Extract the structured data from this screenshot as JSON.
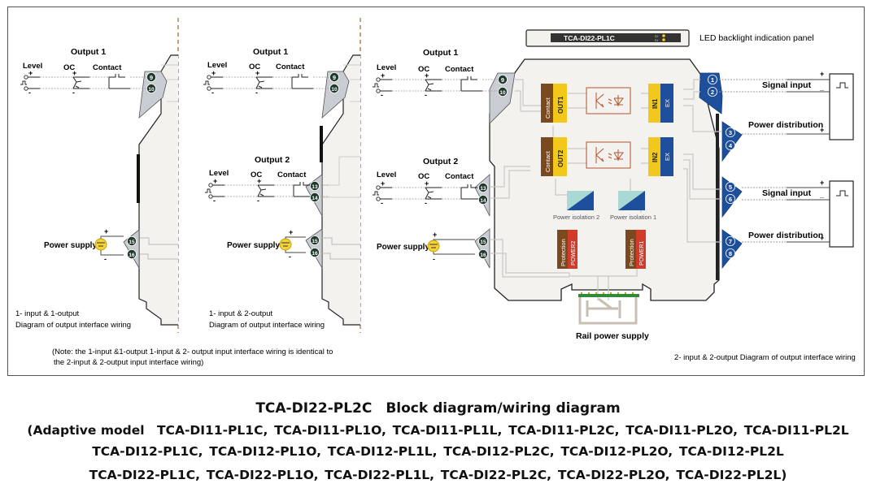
{
  "panel1": {
    "output1": {
      "title": "Output 1",
      "level": "Level",
      "oc": "OC",
      "contact": "Contact"
    },
    "terminals": [
      "9",
      "10",
      "15",
      "16"
    ],
    "power_supply": "Power supply",
    "caption_line1": "1- input & 1-output",
    "caption_line2": "Diagram of output interface wiring"
  },
  "panel2": {
    "output1": {
      "title": "Output 1",
      "level": "Level",
      "oc": "OC",
      "contact": "Contact"
    },
    "output2": {
      "title": "Output 2",
      "level": "Level",
      "oc": "OC",
      "contact": "Contact"
    },
    "terminals": [
      "9",
      "10",
      "13",
      "14",
      "15",
      "16"
    ],
    "power_supply": "Power supply",
    "caption_line1": "1- input & 2-output",
    "caption_line2": "Diagram of output interface wiring"
  },
  "note": {
    "line1": "(Note: the 1-input &1-output 1-input & 2- output input interface wiring is identical to",
    "line2": " the 2-input & 2-output input interface wiring)"
  },
  "panel3": {
    "led_panel_model": "TCA-DI22-PL1C",
    "led_labels": [
      "S2",
      "S1"
    ],
    "led_panel_label": "LED backlight indication panel",
    "output1": {
      "title": "Output 1",
      "level": "Level",
      "oc": "OC",
      "contact": "Contact"
    },
    "output2": {
      "title": "Output 2",
      "level": "Level",
      "oc": "OC",
      "contact": "Contact"
    },
    "power_supply": "Power supply",
    "left_terminals": [
      "9",
      "10",
      "13",
      "14",
      "15",
      "16"
    ],
    "right_terminals": [
      "1",
      "2",
      "3",
      "4",
      "5",
      "6",
      "7",
      "8"
    ],
    "blocks": {
      "contact": "Contact",
      "out1": "OUT1",
      "out2": "OUT2",
      "in1": "IN1",
      "in2": "IN2",
      "ex": "EX",
      "power_isolation_2": "Power isolation 2",
      "power_isolation_1": "Power isolation 1",
      "protection": "Protection",
      "power2": "POWER2",
      "power1": "POWER1"
    },
    "signal_input": "Signal input",
    "power_distribution": "Power distribution",
    "rail_power_supply": "Rail power supply",
    "caption": "2- input & 2-output Diagram of output interface wiring"
  },
  "colors": {
    "terminal_dark": "#1f3a2a",
    "terminal_blue": "#1d4f9c",
    "contact_brown": "#7a4a1e",
    "out_yellow": "#f2c81d",
    "ex_blue": "#1d4f9c",
    "power_red": "#d23a2a",
    "optocoupler": "#b5542e",
    "divider": "#a0743f"
  },
  "caption": {
    "title": "TCA-DI22-PL2C　Block diagram/wiring diagram",
    "models_line1": "(Adaptive model　TCA-DI11-PL1C, TCA-DI11-PL1O, TCA-DI11-PL1L, TCA-DI11-PL2C, TCA-DI11-PL2O, TCA-DI11-PL2L",
    "models_line2": "TCA-DI12-PL1C, TCA-DI12-PL1O, TCA-DI12-PL1L, TCA-DI12-PL2C, TCA-DI12-PL2O, TCA-DI12-PL2L",
    "models_line3": "TCA-DI22-PL1C, TCA-DI22-PL1O, TCA-DI22-PL1L, TCA-DI22-PL2C, TCA-DI22-PL2O, TCA-DI22-PL2L)"
  }
}
